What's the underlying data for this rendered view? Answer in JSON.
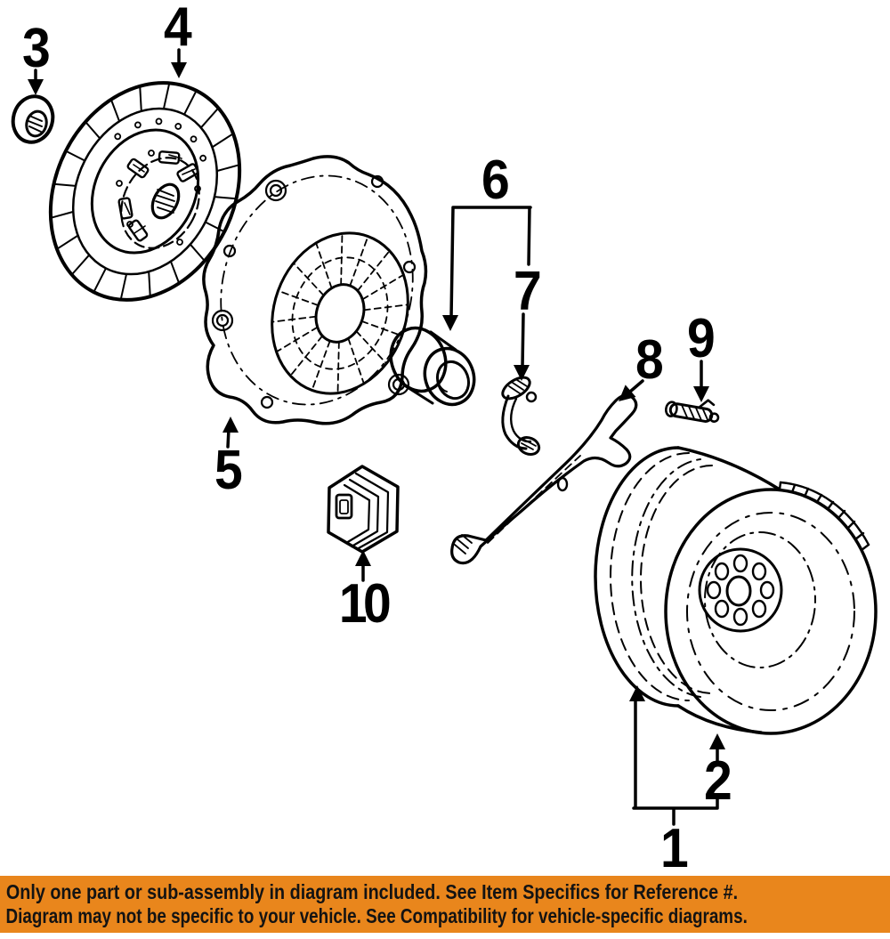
{
  "canvas": {
    "background_color": "#FFFFFF",
    "line_color": "#000000"
  },
  "diagram": {
    "description_labels": [
      {
        "part": "1",
        "text": "1"
      },
      {
        "part": "2",
        "text": "2"
      },
      {
        "part": "3",
        "text": "3"
      },
      {
        "part": "4",
        "text": "4"
      },
      {
        "part": "5",
        "text": "5"
      },
      {
        "part": "6",
        "text": "6"
      },
      {
        "part": "7",
        "text": "7"
      },
      {
        "part": "8",
        "text": "8"
      },
      {
        "part": "9",
        "text": "9"
      },
      {
        "part": "10",
        "text": "10"
      }
    ]
  },
  "banner": {
    "line1": "Only one part or sub-assembly in diagram included. See Item Specifics for Reference #.",
    "line2": "Diagram may not be specific to your vehicle. See Compatibility for vehicle-specific diagrams.",
    "background_color": "#E9861C",
    "text_color": "#131313"
  }
}
